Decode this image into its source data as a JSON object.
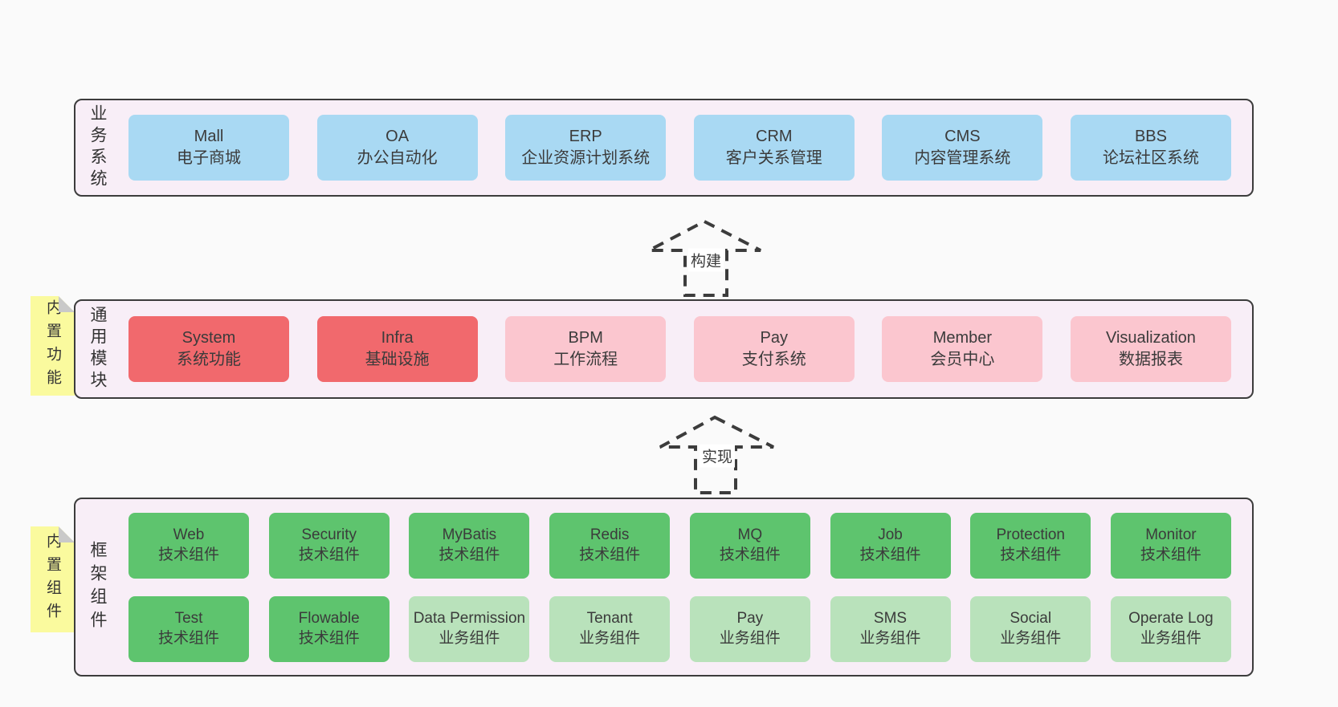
{
  "colors": {
    "pageBg": "#fafafa",
    "bandBg": "#f8eef7",
    "border": "#3c3c3c",
    "text": "#3b3b3b",
    "blue": "#a9d9f3",
    "red": "#f1696d",
    "pink": "#fbc6cf",
    "green": "#5ec46e",
    "lightGreen": "#b9e2bb",
    "sticky": "#fafa9e",
    "stickyFold": "#c9c9c9"
  },
  "arrows": [
    {
      "label": "构建"
    },
    {
      "label": "实现"
    }
  ],
  "bands": [
    {
      "label": "业务系统",
      "boxes": [
        {
          "title": "Mall",
          "subtitle": "电子商城",
          "variant": "blue"
        },
        {
          "title": "OA",
          "subtitle": "办公自动化",
          "variant": "blue"
        },
        {
          "title": "ERP",
          "subtitle": "企业资源计划系统",
          "variant": "blue"
        },
        {
          "title": "CRM",
          "subtitle": "客户关系管理",
          "variant": "blue"
        },
        {
          "title": "CMS",
          "subtitle": "内容管理系统",
          "variant": "blue"
        },
        {
          "title": "BBS",
          "subtitle": "论坛社区系统",
          "variant": "blue"
        }
      ]
    },
    {
      "label": "通用模块",
      "sticky": "内置功能",
      "boxes": [
        {
          "title": "System",
          "subtitle": "系统功能",
          "variant": "red"
        },
        {
          "title": "Infra",
          "subtitle": "基础设施",
          "variant": "red"
        },
        {
          "title": "BPM",
          "subtitle": "工作流程",
          "variant": "pink"
        },
        {
          "title": "Pay",
          "subtitle": "支付系统",
          "variant": "pink"
        },
        {
          "title": "Member",
          "subtitle": "会员中心",
          "variant": "pink"
        },
        {
          "title": "Visualization",
          "subtitle": "数据报表",
          "variant": "pink"
        }
      ]
    },
    {
      "label": "框架组件",
      "sticky": "内置组件",
      "rows": [
        [
          {
            "title": "Web",
            "subtitle": "技术组件",
            "variant": "green"
          },
          {
            "title": "Security",
            "subtitle": "技术组件",
            "variant": "green"
          },
          {
            "title": "MyBatis",
            "subtitle": "技术组件",
            "variant": "green"
          },
          {
            "title": "Redis",
            "subtitle": "技术组件",
            "variant": "green"
          },
          {
            "title": "MQ",
            "subtitle": "技术组件",
            "variant": "green"
          },
          {
            "title": "Job",
            "subtitle": "技术组件",
            "variant": "green"
          },
          {
            "title": "Protection",
            "subtitle": "技术组件",
            "variant": "green"
          },
          {
            "title": "Monitor",
            "subtitle": "技术组件",
            "variant": "green"
          }
        ],
        [
          {
            "title": "Test",
            "subtitle": "技术组件",
            "variant": "green"
          },
          {
            "title": "Flowable",
            "subtitle": "技术组件",
            "variant": "green"
          },
          {
            "title": "Data Permission",
            "subtitle": "业务组件",
            "variant": "lightGreen"
          },
          {
            "title": "Tenant",
            "subtitle": "业务组件",
            "variant": "lightGreen"
          },
          {
            "title": "Pay",
            "subtitle": "业务组件",
            "variant": "lightGreen"
          },
          {
            "title": "SMS",
            "subtitle": "业务组件",
            "variant": "lightGreen"
          },
          {
            "title": "Social",
            "subtitle": "业务组件",
            "variant": "lightGreen"
          },
          {
            "title": "Operate Log",
            "subtitle": "业务组件",
            "variant": "lightGreen"
          }
        ]
      ]
    }
  ]
}
